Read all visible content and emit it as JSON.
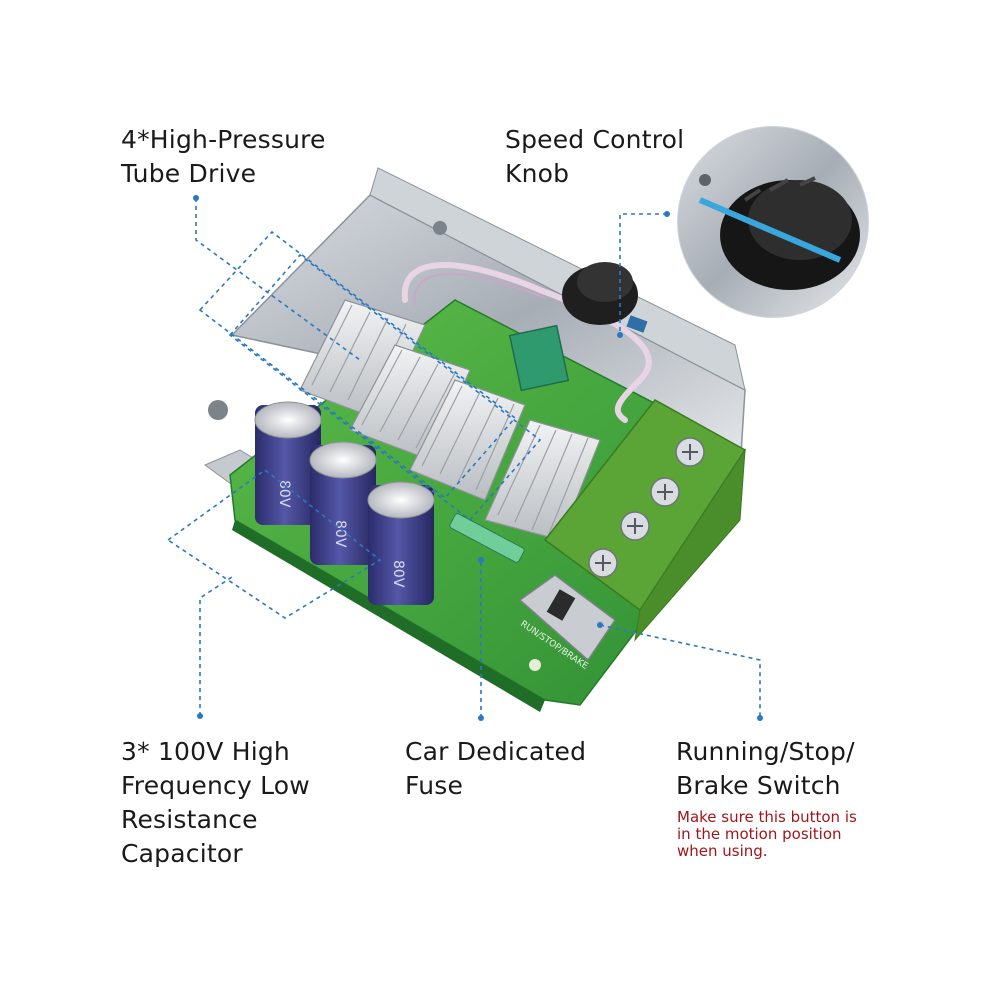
{
  "callouts": {
    "tube_drive": [
      "4*High-Pressure",
      "Tube Drive"
    ],
    "speed_knob": [
      "Speed Control",
      "Knob"
    ],
    "capacitor": [
      "3* 100V High",
      "Frequency Low",
      "Resistance",
      "Capacitor"
    ],
    "fuse": [
      "Car Dedicated",
      "Fuse"
    ],
    "switch": [
      "Running/Stop/",
      "Brake Switch"
    ]
  },
  "switch_note": [
    "Make sure this button is",
    "in the motion position",
    "when using."
  ],
  "capacitor_marking": "80V",
  "switch_marking": "RUN/STOP/BRAKE",
  "colors": {
    "callout_line": "#2a78c2",
    "note_text": "#a0161c",
    "pcb": "#3aa845",
    "terminal": "#6cb43c",
    "capacitor": "#3b3c86"
  }
}
